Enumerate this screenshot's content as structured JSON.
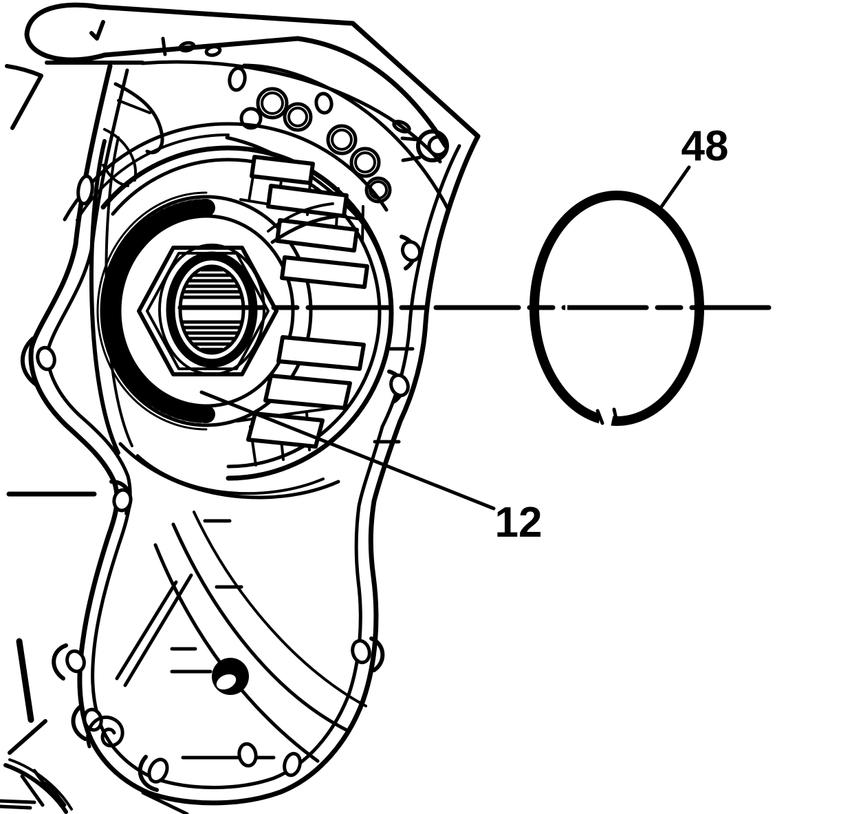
{
  "figure": {
    "background_color": "#ffffff",
    "line_color": "#000000",
    "description_labels_visible": [
      "48",
      "12"
    ]
  },
  "callouts": [
    {
      "label": "48"
    },
    {
      "label": "12"
    }
  ]
}
